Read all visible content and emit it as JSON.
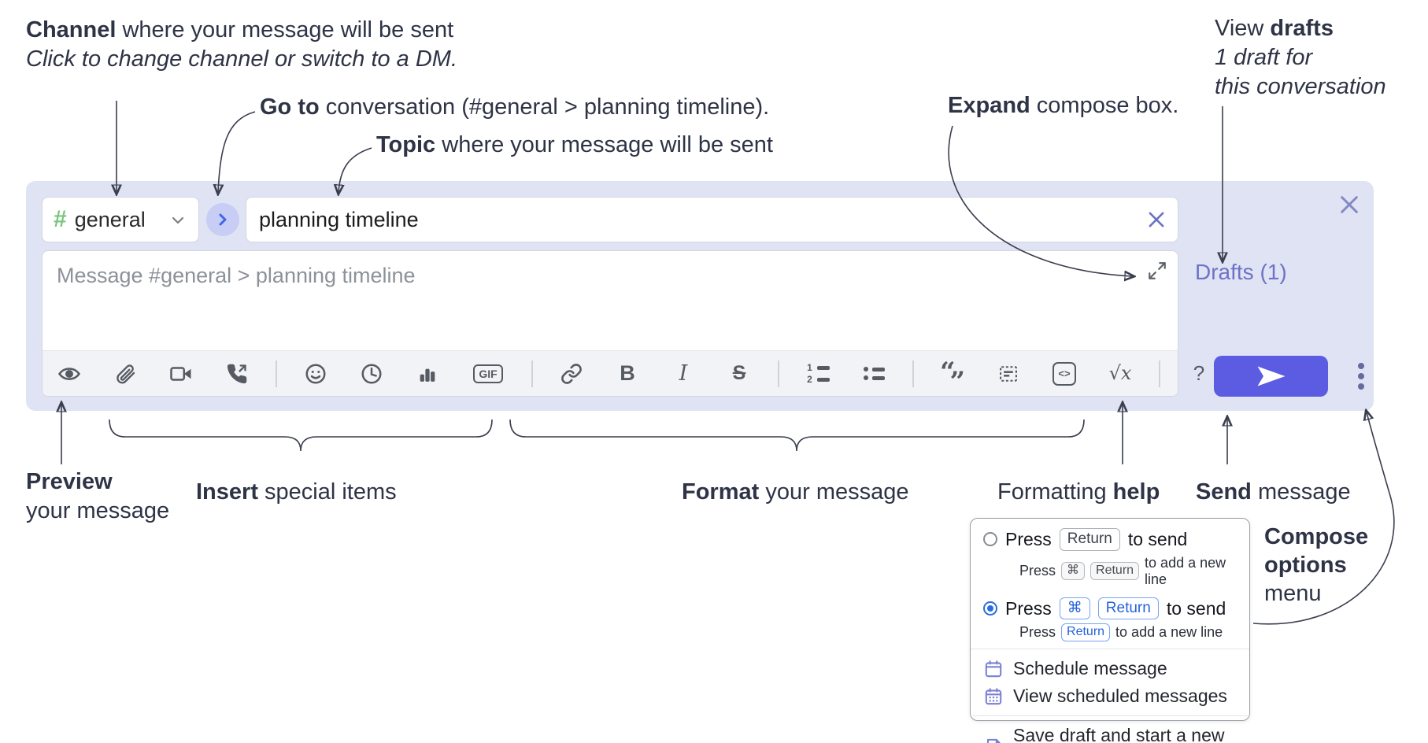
{
  "annotations": {
    "channel": {
      "bold": "Channel",
      "rest": " where your message will be sent",
      "italic": "Click to change channel or switch to a DM."
    },
    "goto": {
      "bold": "Go to",
      "rest": " conversation (#general > planning timeline)."
    },
    "topic": {
      "bold": "Topic",
      "rest": " where your message will be sent"
    },
    "expand": {
      "bold": "Expand",
      "rest": " compose box."
    },
    "view_drafts": {
      "regular": "View ",
      "bold": "drafts",
      "line2": "1 draft for",
      "line3": "this conversation"
    },
    "preview": {
      "bold": "Preview",
      "line2": "your message"
    },
    "insert": {
      "bold": "Insert",
      "rest": " special items"
    },
    "format": {
      "bold": "Format",
      "rest": " your message"
    },
    "formatting_help": {
      "regular": "Formatting ",
      "bold": "help"
    },
    "send": {
      "bold": "Send",
      "rest": " message"
    },
    "compose_options": {
      "bold_line1": "Compose",
      "bold_line2": "options",
      "regular_line3": "menu"
    }
  },
  "compose_box": {
    "channel_selector": {
      "hash": "#",
      "channel": "general"
    },
    "topic_input": {
      "value": "planning timeline"
    },
    "message_input": {
      "placeholder": "Message #general > planning timeline"
    },
    "drafts_link": "Drafts (1)",
    "toolbar_labels": {
      "gif": "GIF",
      "bold": "B",
      "italic": "I",
      "strike": "S",
      "ol_1": "1",
      "ol_2": "2",
      "quote_open": "“",
      "quote_close": "”",
      "code": "<>",
      "math": "√x",
      "help": "?"
    }
  },
  "popup_menu": {
    "option_return": {
      "press": "Press",
      "key_return": "Return",
      "suffix": "to send",
      "sub_press": "Press",
      "sub_key_cmd": "⌘",
      "sub_key_return": "Return",
      "sub_suffix": "to add a new line"
    },
    "option_cmd_return": {
      "press": "Press",
      "key_cmd": "⌘",
      "key_return": "Return",
      "suffix": "to send",
      "sub_press": "Press",
      "sub_key_return": "Return",
      "sub_suffix": "to add a new line"
    },
    "items": [
      "Schedule message",
      "View scheduled messages",
      "Save draft and start a new message"
    ]
  },
  "colors": {
    "panel_bg": "#e0e3f3",
    "accent_indigo": "#5b5ce2",
    "link_purple": "#6d72c8",
    "channel_green": "#7bc47f",
    "keycap_blue": "#2563d9",
    "icon_gray": "#565b63"
  }
}
